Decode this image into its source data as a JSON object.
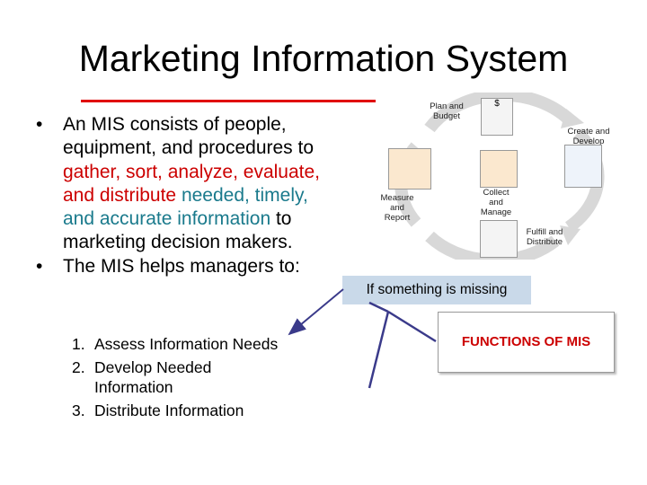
{
  "title": "Marketing Information System",
  "colors": {
    "title_rule": "#e00000",
    "red_text": "#cc0000",
    "teal_text": "#1a7a8c",
    "arrow": "#3a3a8a",
    "callout_fill": "#c9d9e9"
  },
  "bullets": {
    "marker": "•",
    "b1": {
      "part1": "An MIS consists of people, equipment, and procedures to ",
      "part2_red": "gather, sort, analyze, evaluate, and distribute",
      "part3": " ",
      "part4_teal": "needed, timely, and accurate information",
      "part5": " to marketing decision makers."
    },
    "b2": "The MIS helps managers to:"
  },
  "steps": [
    {
      "num": "1.",
      "text": "Assess Information Needs"
    },
    {
      "num": "2.",
      "text": "Develop Needed Information"
    },
    {
      "num": "3.",
      "text": "Distribute Information"
    }
  ],
  "diagram": {
    "labels": {
      "plan": "Plan and Budget",
      "create": "Create and Develop",
      "measure": "Measure and Report",
      "collect": "Collect and Manage",
      "fulfill": "Fulfill and Distribute"
    },
    "dollar": "$"
  },
  "callouts": {
    "missing": "If something is missing",
    "functions": "FUNCTIONS OF MIS"
  }
}
